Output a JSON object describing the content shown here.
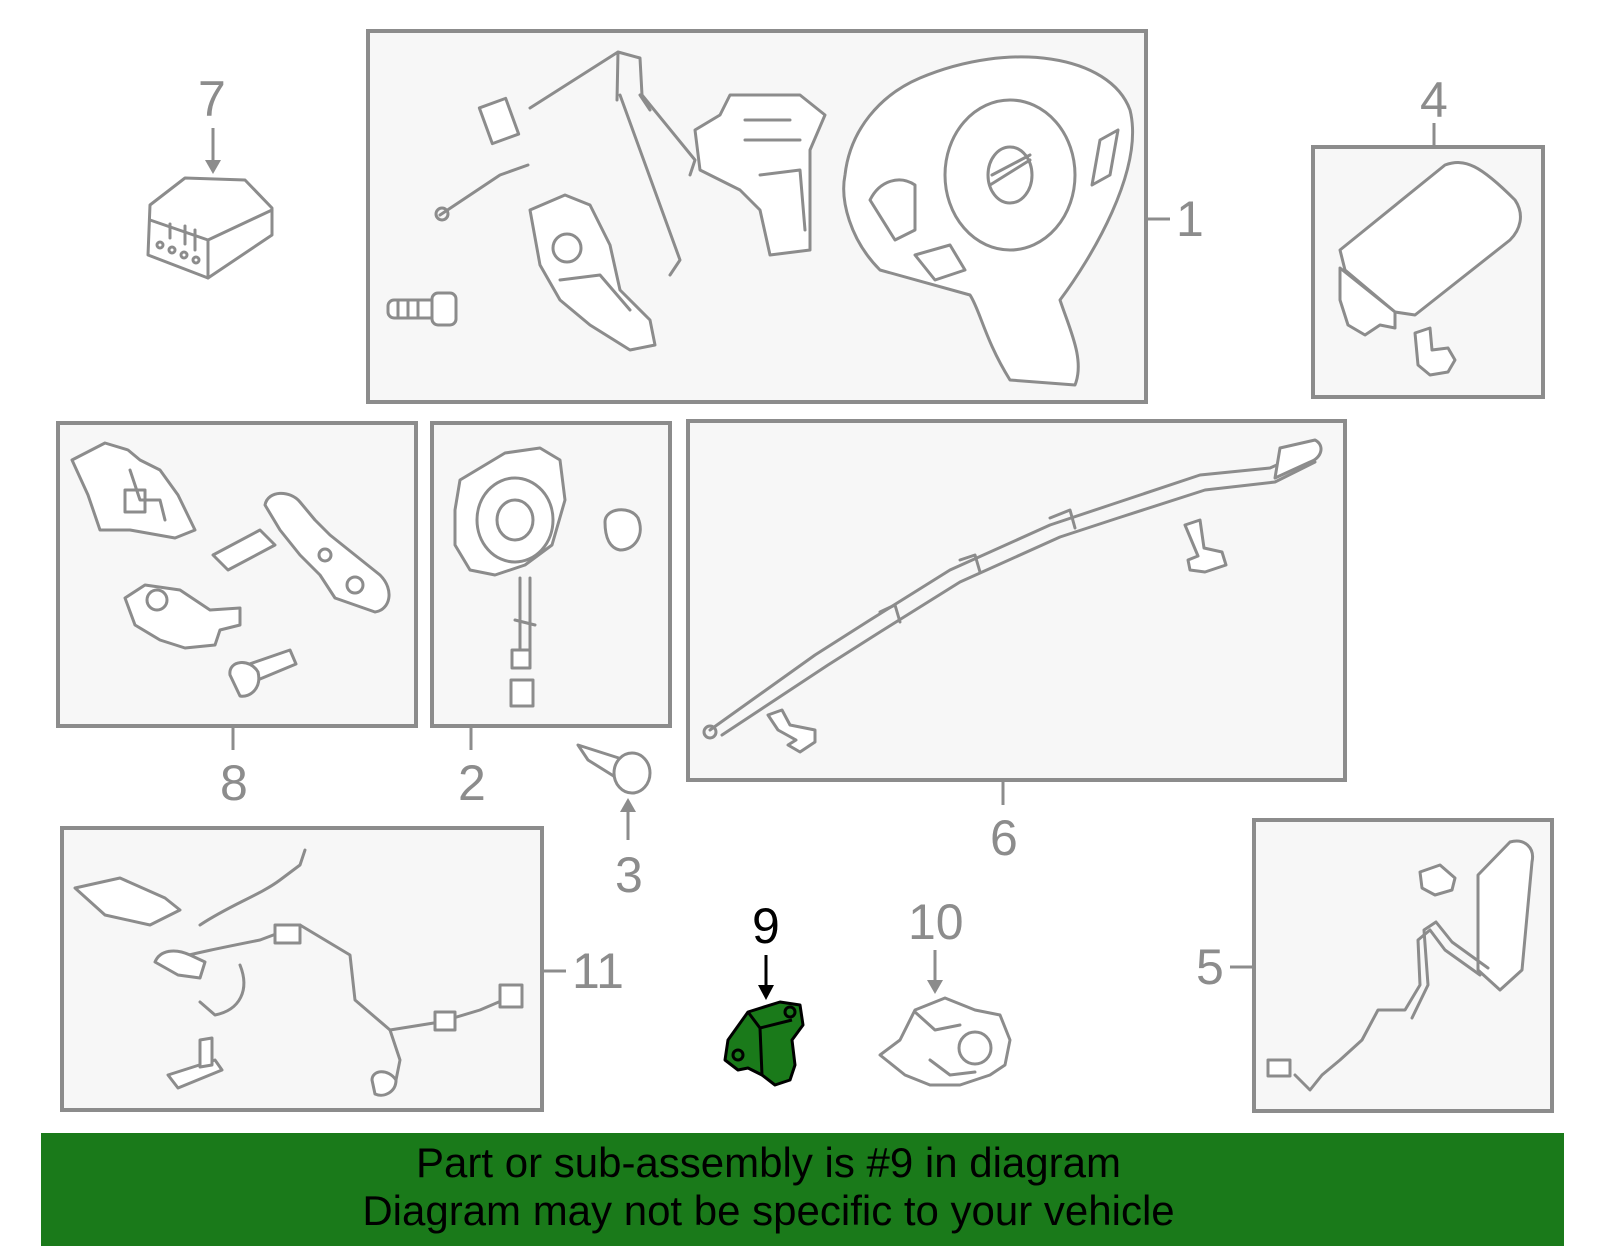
{
  "callouts": {
    "c1": "1",
    "c2": "2",
    "c3": "3",
    "c4": "4",
    "c5": "5",
    "c6": "6",
    "c7": "7",
    "c8": "8",
    "c9": "9",
    "c10": "10",
    "c11": "11"
  },
  "highlighted_part": "9",
  "colors": {
    "highlight": "#1a7a1a",
    "outline": "#8c8c8c",
    "box_fill": "#f7f7f7"
  },
  "banner": {
    "line1": "Part or sub-assembly is #9 in diagram",
    "line2": "Diagram may not be specific to your vehicle"
  }
}
